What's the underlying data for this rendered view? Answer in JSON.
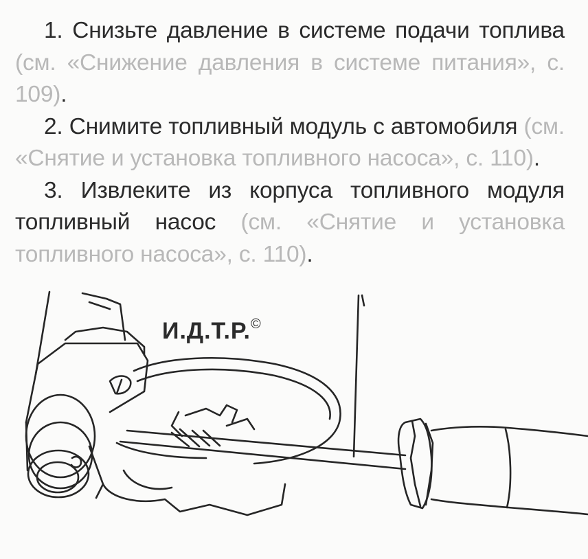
{
  "instructions": [
    {
      "main": "1. Снизьте давление в системе подачи топлива",
      "ref": "(см. «Снижение давления в системе питания», с. 109)",
      "tail": "."
    },
    {
      "main": "2. Снимите топливный модуль с автомобиля",
      "ref": "(см. «Снятие и установка топливного насоса», с. 110)",
      "tail": "."
    },
    {
      "main": "3. Извлеките из корпуса топливного модуля топливный насос",
      "ref": "(см. «Снятие и установка топливного насоса», с. 110)",
      "tail": "."
    }
  ],
  "figure": {
    "watermark": "И.Д.Т.Р.",
    "watermark_symbol": "©"
  }
}
